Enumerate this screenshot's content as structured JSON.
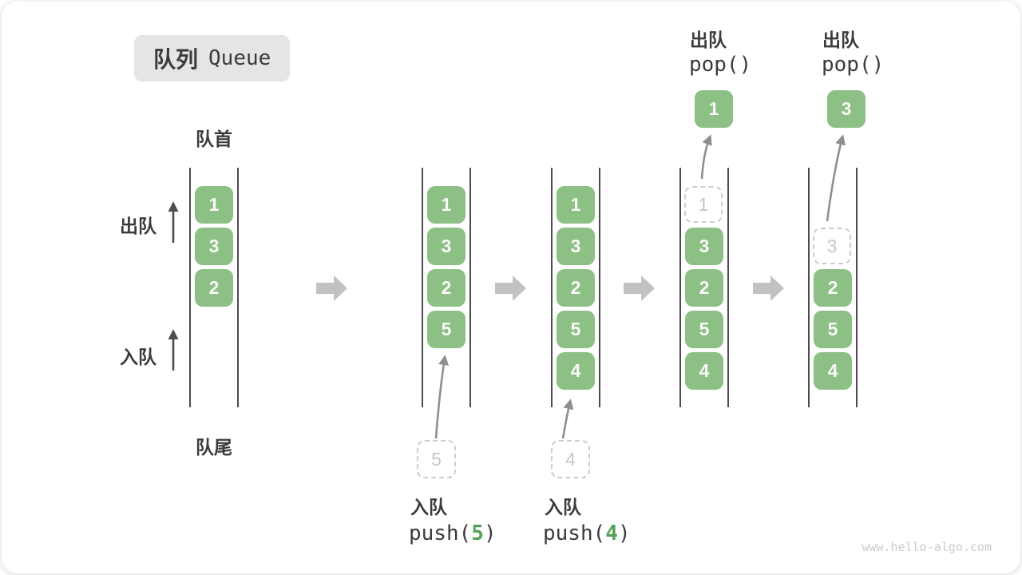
{
  "title": {
    "zh": "队列",
    "en": "Queue"
  },
  "labels": {
    "front": "队首",
    "rear": "队尾",
    "dequeue": "出队",
    "enqueue": "入队"
  },
  "queues": {
    "state1": [
      "1",
      "3",
      "2"
    ],
    "state2": [
      "1",
      "3",
      "2",
      "5"
    ],
    "state3": [
      "1",
      "3",
      "2",
      "5",
      "4"
    ],
    "state4": {
      "removed": "1",
      "items": [
        "3",
        "2",
        "5",
        "4"
      ]
    },
    "state5": {
      "removed": "3",
      "items": [
        "2",
        "5",
        "4"
      ]
    }
  },
  "ops": {
    "push5": {
      "action": "入队",
      "fn_open": "push(",
      "arg": "5",
      "fn_close": ")",
      "candidate": "5"
    },
    "push4": {
      "action": "入队",
      "fn_open": "push(",
      "arg": "4",
      "fn_close": ")",
      "candidate": "4"
    },
    "pop1": {
      "action": "出队",
      "fn": "pop()",
      "popped": "1"
    },
    "pop2": {
      "action": "出队",
      "fn": "pop()",
      "popped": "3"
    }
  },
  "watermark": "www.hello-algo.com",
  "colors": {
    "cell_green": "#8CC084",
    "arg_green": "#56A158",
    "step_arrow_gray": "#C2C2C2",
    "dashed_border_gray": "#CDCDCD",
    "line_dark": "#4C4C4C",
    "text_dark": "#3B3B3B",
    "badge_gray": "#E5E5E5"
  }
}
